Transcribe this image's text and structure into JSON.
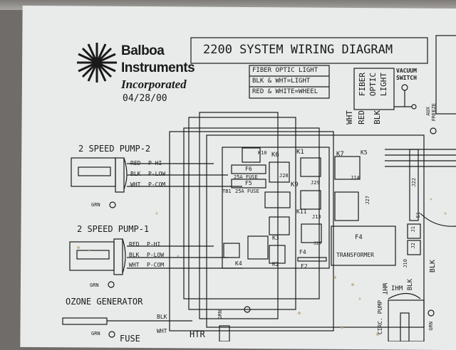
{
  "header": {
    "company_line1": "Balboa",
    "company_line2": "Instruments",
    "company_line3": "Incorporated",
    "date": "04/28/00",
    "title": "2200 SYSTEM WIRING DIAGRAM"
  },
  "legend_box": {
    "rows": [
      "FIBER OPTIC LIGHT",
      "BLK & WHT=LIGHT",
      "RED & WHITE=WHEEL"
    ]
  },
  "fiber_optic": {
    "label_lines": [
      "FIBER",
      "OPTIC",
      "LIGHT"
    ],
    "wires": [
      "WHT",
      "RED",
      "BLK"
    ]
  },
  "vacuum_switch": {
    "line1": "VACUUM",
    "line2": "SWITCH"
  },
  "aux_freeze": {
    "line1": "AUX",
    "line2": "FREEZE"
  },
  "pump2": {
    "title": "2 SPEED PUMP-2",
    "wires": [
      {
        "color": "RED",
        "func": "P-HI"
      },
      {
        "color": "BLK",
        "func": "P-LOW"
      },
      {
        "color": "WHT",
        "func": "P-COM"
      }
    ],
    "ground": "GRN"
  },
  "pump1": {
    "title": "2 SPEED PUMP-1",
    "wires": [
      {
        "color": "RED",
        "func": "P-HI"
      },
      {
        "color": "BLK",
        "func": "P-LOW"
      },
      {
        "color": "WHT",
        "func": "P-COM"
      }
    ],
    "ground": "GRN"
  },
  "ozone": {
    "title": "OZONE GENERATOR",
    "wire1": "BLK",
    "wire2": "WHT",
    "ground": "GRN",
    "fuse": "FUSE"
  },
  "heater": {
    "label": "HTR",
    "ground": "GRN"
  },
  "board": {
    "relays": [
      "K10",
      "K6",
      "K1",
      "K7",
      "K5",
      "K9",
      "K11",
      "K3",
      "K4",
      "K2"
    ],
    "fuses": {
      "f6": "F6",
      "f6_rating": "25A FUSE",
      "f5": "F5",
      "f5_rating": "25A FUSE",
      "f4": "F4",
      "f2": "F2"
    },
    "tb": "TB1",
    "jumpers": [
      "J28",
      "J29",
      "J14",
      "J13",
      "J27",
      "J22",
      "J1",
      "J2",
      "J10",
      "J20",
      "S1"
    ],
    "transformer": {
      "code": "F4",
      "label": "TRANSFORMER"
    }
  },
  "circ_pump": {
    "label": "CIRC. PUMP",
    "wire1": "WHT",
    "wire2": "BLK",
    "ground": "GRN"
  },
  "right_side": {
    "blk": "BLK",
    "ihm": "IHM"
  },
  "colors": {
    "ink": "#1a1a1a",
    "paper": "#e9ebea"
  }
}
